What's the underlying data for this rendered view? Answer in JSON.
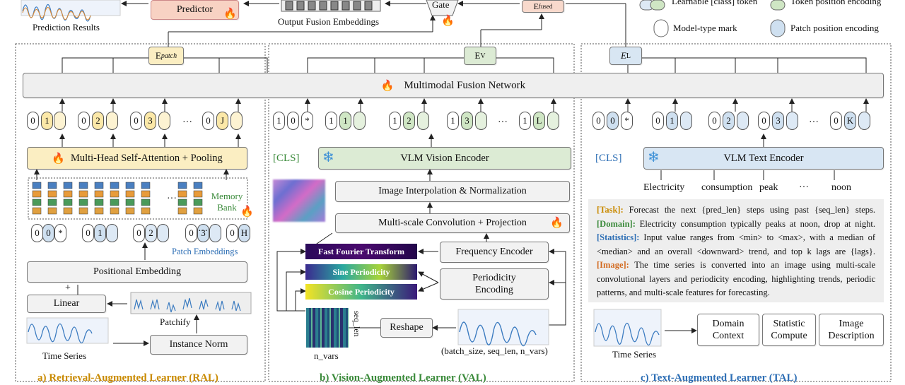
{
  "top": {
    "predictor": "Predictor",
    "prediction_results": "Prediction Results",
    "output_fusion_embeddings": "Output Fusion Embeddings",
    "gate": "Gate",
    "e_fused": "E",
    "e_fused_sub": "fused"
  },
  "legend": {
    "learnable_cls": "Learnable [class] token",
    "token_pos": "Token position encoding",
    "model_type": "Model-type mark",
    "patch_pos": "Patch position encoding"
  },
  "fusion": {
    "label": "Multimodal Fusion Network",
    "e_patch": "E",
    "e_patch_sub": "patch",
    "e_v": "E",
    "e_v_sub": "V",
    "e_l": "E",
    "e_l_sub": "L"
  },
  "ral": {
    "tokens": [
      "0",
      "1",
      "0",
      "2",
      "0",
      "3",
      "0",
      "J"
    ],
    "ellipsis": "···",
    "mhsa": "Multi-Head Self-Attention + Pooling",
    "memory_bank": "Memory Bank",
    "patch_tokens": [
      "0",
      "0",
      "*",
      "0",
      "1",
      "0",
      "2",
      "0",
      "3",
      "0",
      "H"
    ],
    "patch_embeddings": "Patch Embeddings",
    "positional_embedding": "Positional Embedding",
    "plus": "+",
    "linear": "Linear",
    "patchify": "Patchify",
    "time_series": "Time Series",
    "instance_norm": "Instance Norm",
    "caption": "a) Retrieval-Augmented Learner (RAL)"
  },
  "val": {
    "tokens": [
      "1",
      "0",
      "*",
      "1",
      "1",
      "1",
      "2",
      "1",
      "3",
      "1",
      "L"
    ],
    "ellipsis": "···",
    "cls": "[CLS]",
    "vision_encoder": "VLM Vision Encoder",
    "interp": "Image Interpolation & Normalization",
    "multiscale": "Multi-scale Convolution + Projection",
    "fft": "Fast Fourier Transform",
    "sine": "Sine Periodicity",
    "cosine": "Cosine Periodicity",
    "freq_encoder": "Frequency Encoder",
    "periodicity_encoding": "Periodicity Encoding",
    "reshape": "Reshape",
    "seq_len": "seq_len",
    "n_vars": "n_vars",
    "shape": "(batch_size, seq_len, n_vars)",
    "caption": "b) Vision-Augmented Learner (VAL)"
  },
  "tal": {
    "tokens": [
      "0",
      "0",
      "*",
      "0",
      "1",
      "0",
      "2",
      "0",
      "3",
      "0",
      "K"
    ],
    "ellipsis": "···",
    "cls": "[CLS]",
    "text_encoder": "VLM Text Encoder",
    "words": [
      "Electricity",
      "consumption",
      "peak",
      "···",
      "noon"
    ],
    "prompt": {
      "task_tag": "[Task]:",
      "task": " Forecast the next {pred_len} steps using past {seq_len} steps.",
      "domain_tag": "[Domain]:",
      "domain": " Electricity consumption typically peaks at noon, drop at night. ",
      "stats_tag": "[Statistics]:",
      "stats": " Input value ranges from <min> to <max>, with a median of <median> and an overall <downward> trend, and top k lags are {lags}. ",
      "image_tag": "[Image]:",
      "image": " The time series is converted into an image using multi-scale convolutional layers and periodicity encoding, highlighting trends, periodic patterns, and multi-scale features for forecasting."
    },
    "time_series": "Time Series",
    "domain_context": "Domain Context",
    "statistic_compute": "Statistic Compute",
    "image_description": "Image Description",
    "caption": "c) Text-Augmented Learner (TAL)"
  },
  "colors": {
    "ral_caption": "#c98a00",
    "val_caption": "#3a8a3a",
    "tal_caption": "#2e6fb5"
  }
}
